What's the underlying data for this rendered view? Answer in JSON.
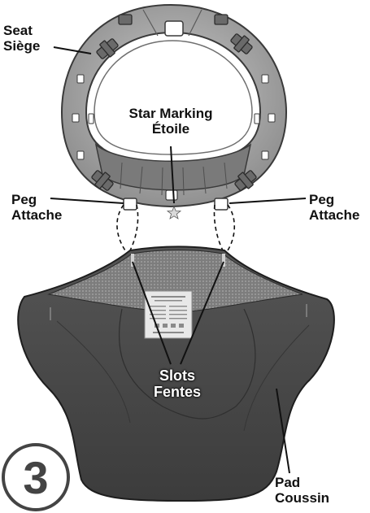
{
  "step_number": "3",
  "colors": {
    "ring": "#9b9b9b",
    "ring_dark": "#5e5e5e",
    "pad_fabric": "#4a4a4a",
    "pad_mesh": "#8a8a8a",
    "tag": "#e6e6e6",
    "badge": "#444444"
  },
  "labels": {
    "seat": {
      "en": "Seat",
      "fr": "Siège"
    },
    "star_marking": {
      "en": "Star Marking",
      "fr": "Étoile"
    },
    "peg_left": {
      "en": "Peg",
      "fr": "Attache"
    },
    "peg_right": {
      "en": "Peg",
      "fr": "Attache"
    },
    "slots": {
      "en": "Slots",
      "fr": "Fentes"
    },
    "pad": {
      "en": "Pad",
      "fr": "Coussin"
    }
  },
  "icons": [
    "seat-ring-illustration",
    "star-icon",
    "seat-pad-illustration",
    "care-tag"
  ]
}
